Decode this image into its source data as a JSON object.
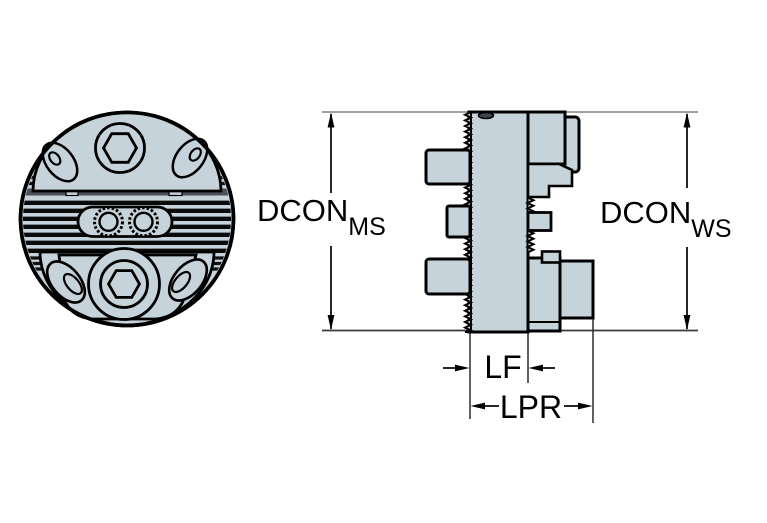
{
  "drawing": {
    "type": "engineering-dimension-drawing",
    "views": {
      "front_view": "circular-coupling-face",
      "side_view": "serrated-flange-profile"
    },
    "dimensions": {
      "dcon_ms": {
        "main": "DCON",
        "sub": "MS"
      },
      "dcon_ws": {
        "main": "DCON",
        "sub": "WS"
      },
      "lf": {
        "label": "LF"
      },
      "lpr": {
        "label": "LPR"
      }
    },
    "colors": {
      "part_fill": "#c7d3db",
      "outline": "#000000",
      "dark_band": "#49525a",
      "background": "#ffffff"
    }
  }
}
